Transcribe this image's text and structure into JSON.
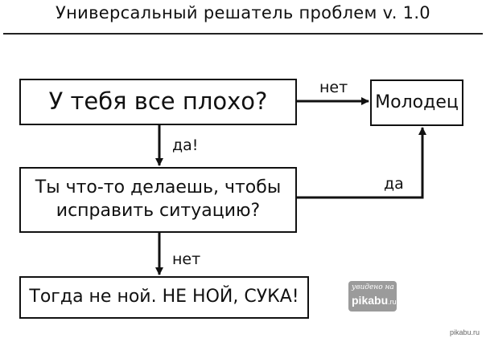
{
  "title": "Универсальный решатель проблем v. 1.0",
  "nodes": {
    "start": "У тебя все плохо?",
    "good": "Молодец",
    "question_line1": "Ты что-то делаешь, чтобы",
    "question_line2": "исправить ситуацию?",
    "stop": "Тогда не ной. НЕ НОЙ, СУКА!"
  },
  "edges": {
    "start_to_good": "нет",
    "start_to_question": "да!",
    "question_to_good": "да",
    "question_to_stop": "нет"
  },
  "watermark": {
    "line1": "увидено на",
    "brand": "pikabu",
    "tld": ".ru"
  },
  "corner_mark": "pikabu.ru"
}
